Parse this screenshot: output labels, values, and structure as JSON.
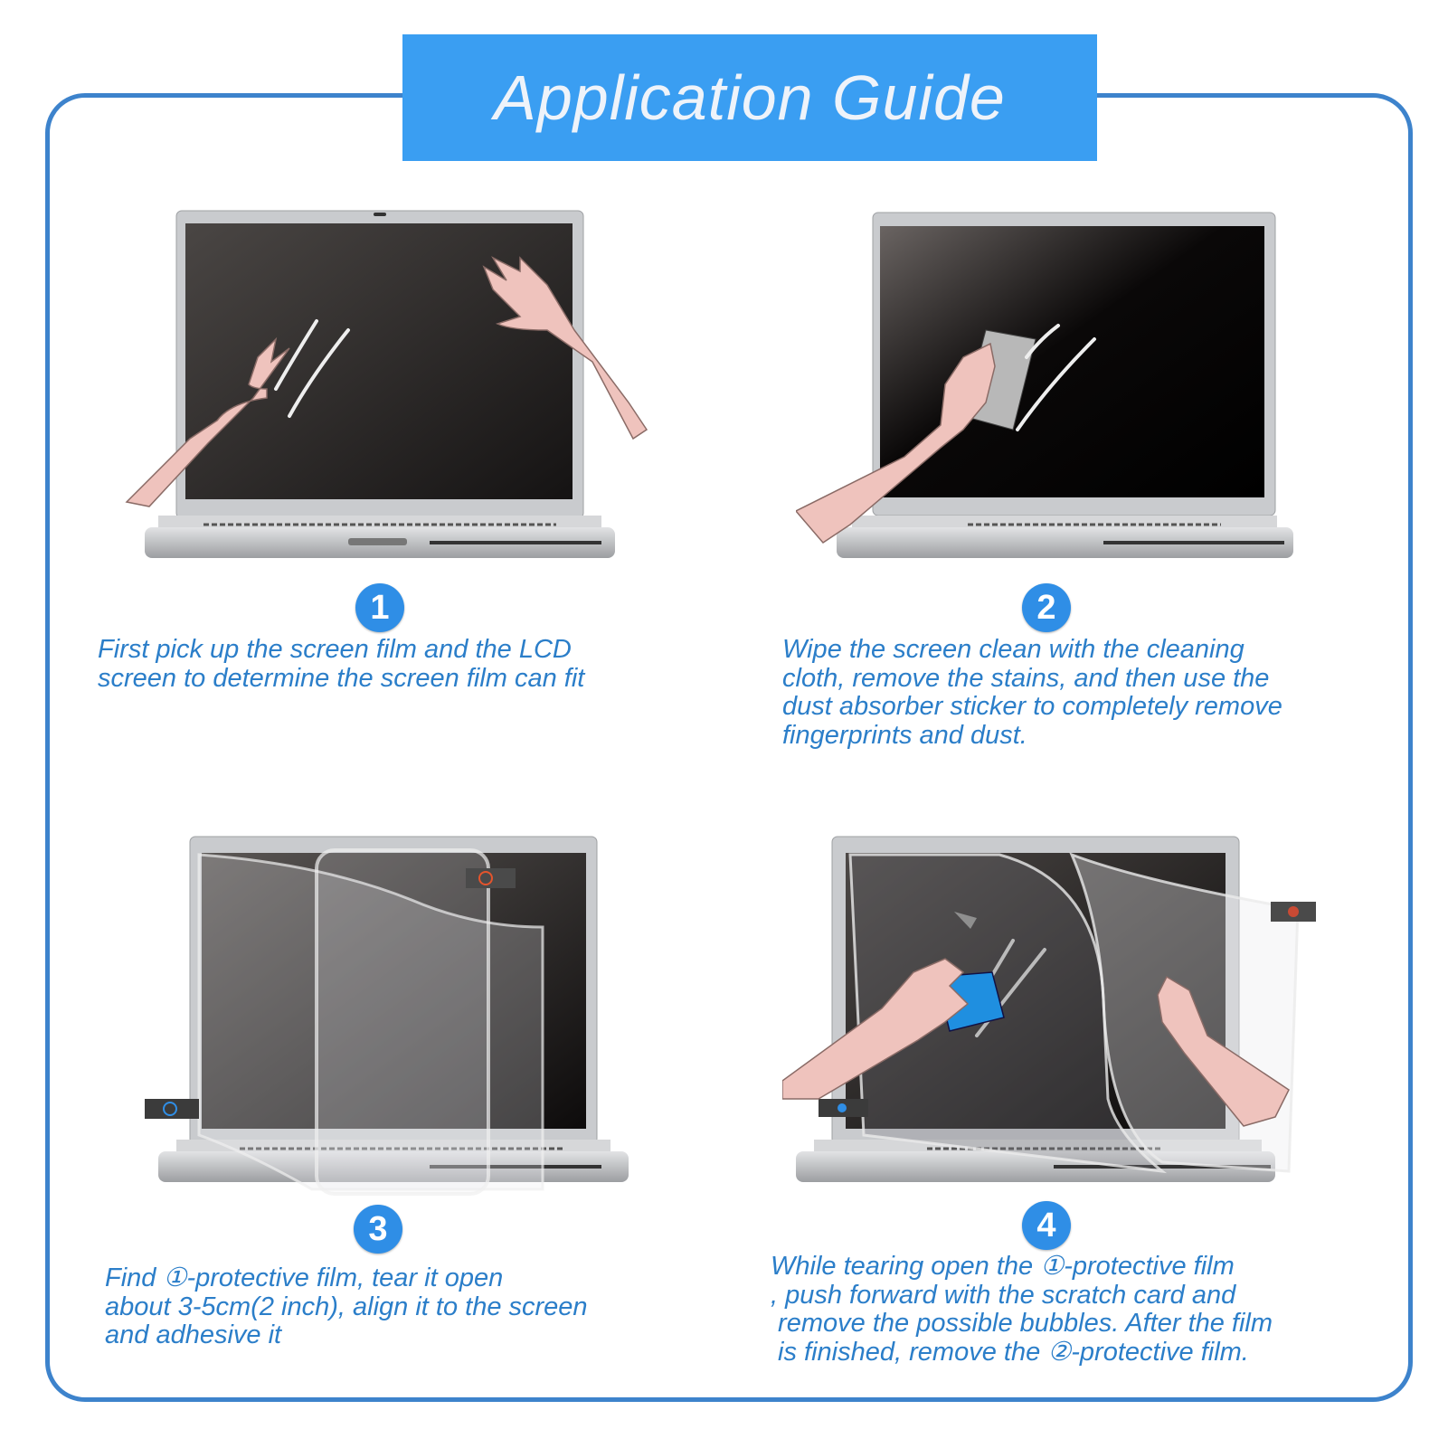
{
  "header": {
    "title": "Application Guide"
  },
  "colors": {
    "accent": "#3a9ef2",
    "frame": "#3d83cc",
    "text": "#2b7ec9",
    "skin": "#efc3bd",
    "screen": "#1e1b1a",
    "card": "#1f8fe0"
  },
  "steps": [
    {
      "number": "1",
      "illustration": "two-hands-measuring-screen",
      "text": "First pick up the screen film and the LCD\nscreen to determine the screen film can fit"
    },
    {
      "number": "2",
      "illustration": "hand-wiping-screen-with-cloth",
      "text": "Wipe the screen clean with the cleaning\ncloth, remove the stains, and then use the\ndust absorber sticker to completely remove\nfingerprints and dust."
    },
    {
      "number": "3",
      "illustration": "aligning-protective-film",
      "text": "Find ①-protective film, tear it open\nabout 3-5cm(2 inch), align it to the screen\nand adhesive it"
    },
    {
      "number": "4",
      "illustration": "scratch-card-pushing-film",
      "text": "While tearing open the ①-protective film\n, push forward with the scratch card and\n remove the possible bubbles. After the film\n is finished, remove the ②-protective film."
    }
  ]
}
